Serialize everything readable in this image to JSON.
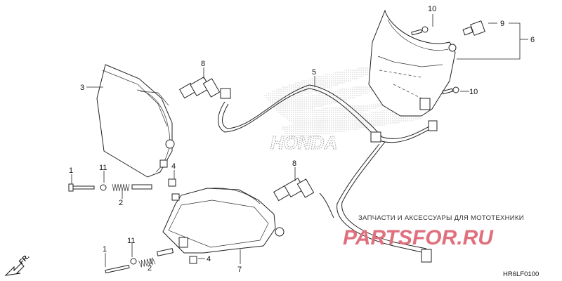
{
  "diagram": {
    "callouts": {
      "c1a": "1",
      "c1b": "1",
      "c2a": "2",
      "c2b": "2",
      "c3": "3",
      "c4a": "4",
      "c4b": "4",
      "c5": "5",
      "c6": "6",
      "c7": "7",
      "c8a": "8",
      "c8b": "8",
      "c9": "9",
      "c10a": "10",
      "c10b": "10",
      "c11a": "11",
      "c11b": "11"
    },
    "direction_label": "FR.",
    "diagram_code": "HR6LF0100",
    "background_brand": "HONDA"
  },
  "watermark": {
    "tagline": "ЗАПЧАСТИ И АКСЕССУАРЫ ДЛЯ МОТОТЕХНИКИ",
    "logo": "PARTSFOR.RU",
    "logo_color": "#e0707d"
  }
}
